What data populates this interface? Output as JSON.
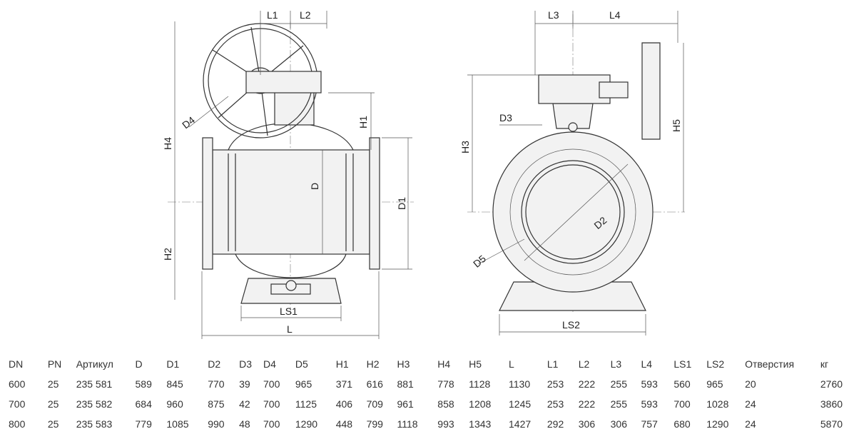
{
  "drawing": {
    "side_view_labels": {
      "L1": "L1",
      "L2": "L2",
      "D4": "D4",
      "H4": "H4",
      "H1": "H1",
      "D": "D",
      "D1": "D1",
      "H2": "H2",
      "LS1": "LS1",
      "L": "L"
    },
    "front_view_labels": {
      "L3": "L3",
      "L4": "L4",
      "D3": "D3",
      "H3": "H3",
      "H5": "H5",
      "D2": "D2",
      "D5": "D5",
      "LS2": "LS2"
    }
  },
  "table": {
    "headers": [
      "DN",
      "PN",
      "Артикул",
      "D",
      "D1",
      "D2",
      "D3",
      "D4",
      "D5",
      "H1",
      "H2",
      "H3",
      "H4",
      "H5",
      "L",
      "L1",
      "L2",
      "L3",
      "L4",
      "LS1",
      "LS2",
      "Отверстия",
      "кг"
    ],
    "rows": [
      [
        "600",
        "25",
        "235 581",
        "589",
        "845",
        "770",
        "39",
        "700",
        "965",
        "371",
        "616",
        "881",
        "778",
        "1128",
        "1130",
        "253",
        "222",
        "255",
        "593",
        "560",
        "965",
        "20",
        "2760"
      ],
      [
        "700",
        "25",
        "235 582",
        "684",
        "960",
        "875",
        "42",
        "700",
        "1125",
        "406",
        "709",
        "961",
        "858",
        "1208",
        "1245",
        "253",
        "222",
        "255",
        "593",
        "700",
        "1028",
        "24",
        "3860"
      ],
      [
        "800",
        "25",
        "235 583",
        "779",
        "1085",
        "990",
        "48",
        "700",
        "1290",
        "448",
        "799",
        "1118",
        "993",
        "1343",
        "1427",
        "292",
        "306",
        "306",
        "757",
        "680",
        "1290",
        "24",
        "5870"
      ]
    ]
  }
}
